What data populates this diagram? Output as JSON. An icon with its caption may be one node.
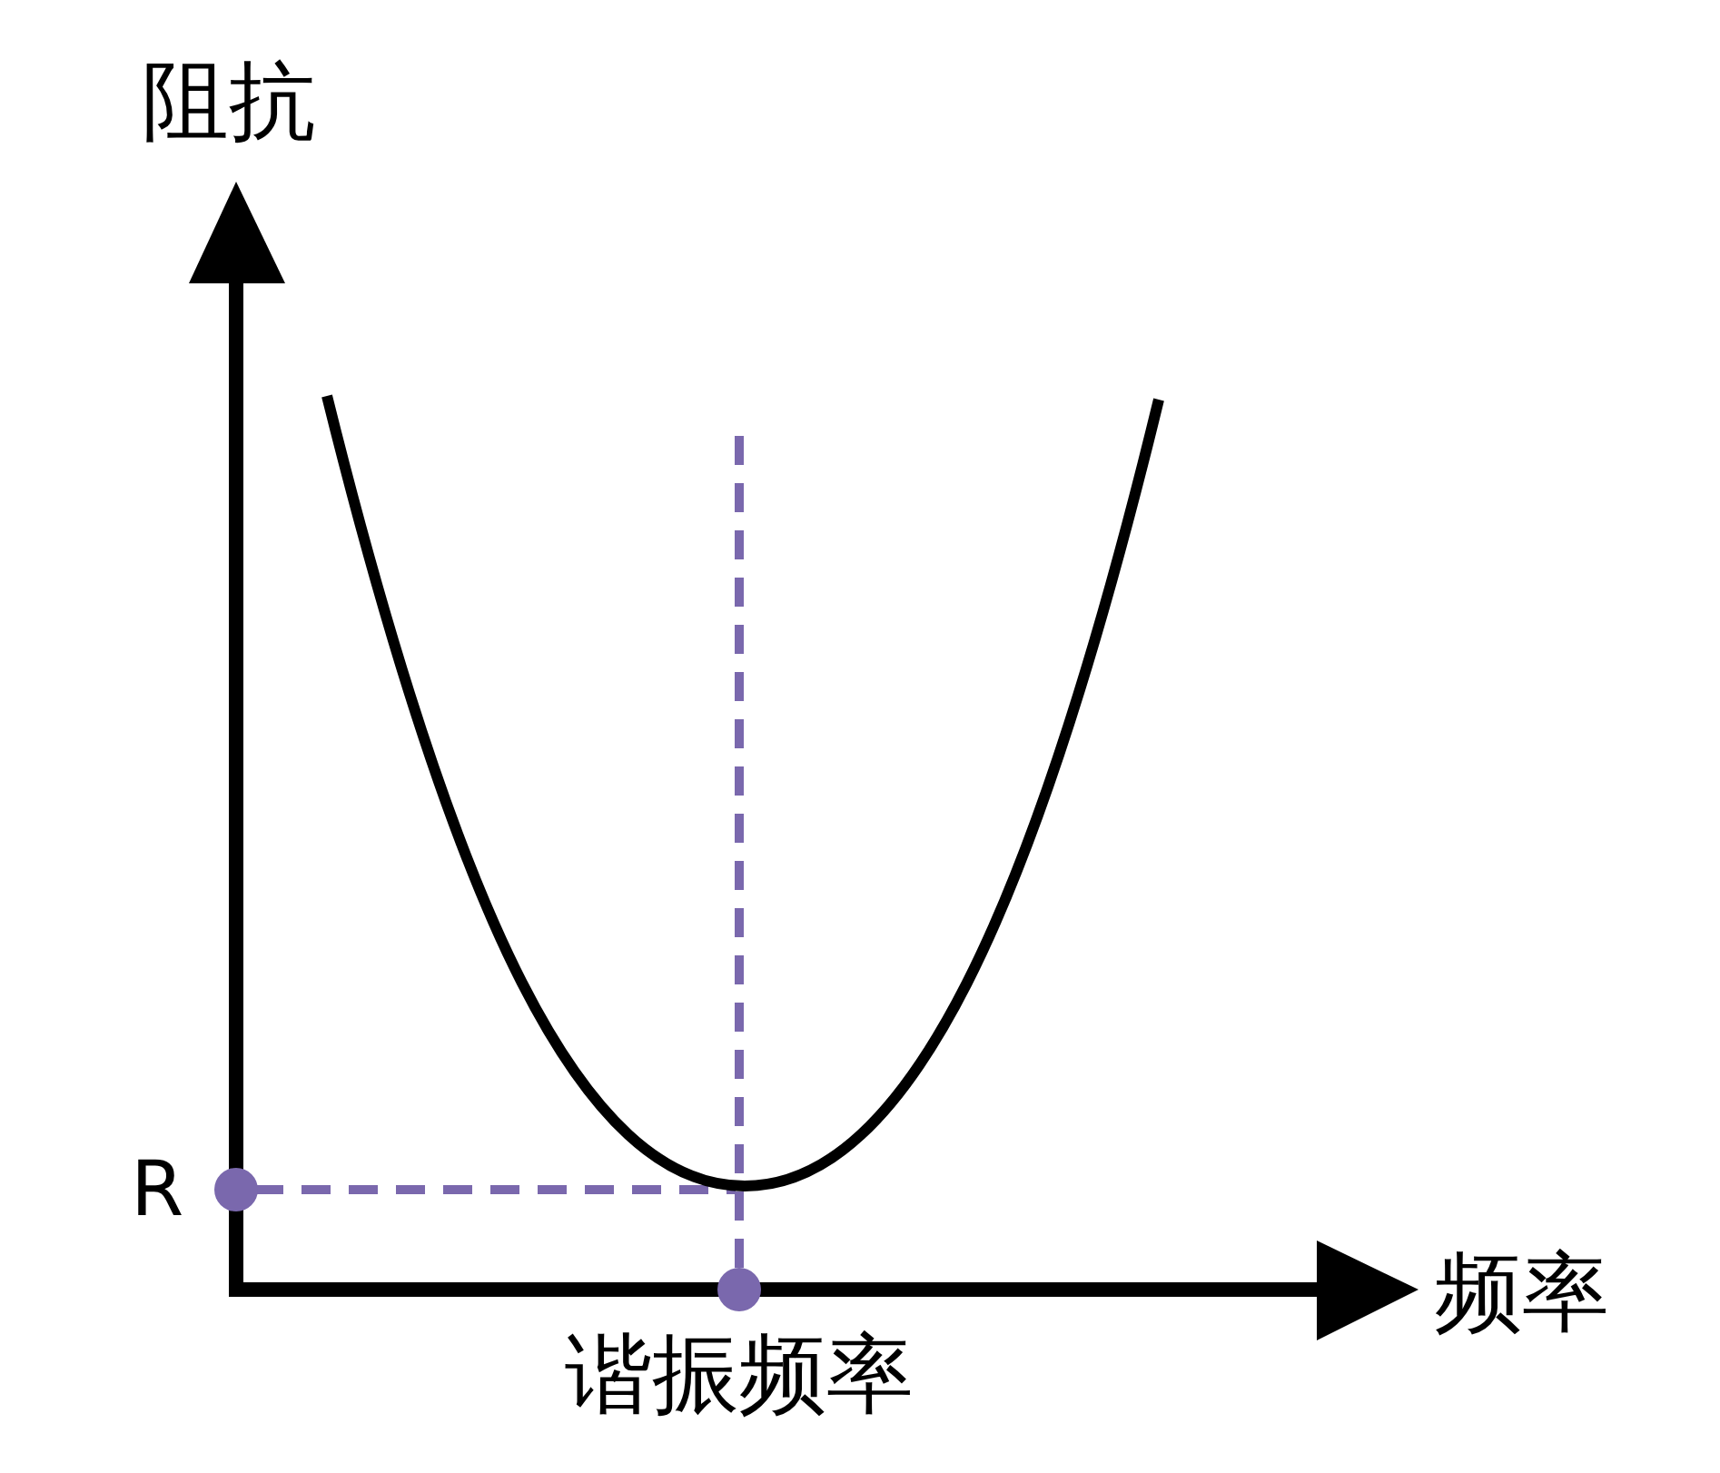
{
  "diagram": {
    "labels": [
      "阻抗",
      "R",
      "频率",
      "谐振频率"
    ]
  }
}
